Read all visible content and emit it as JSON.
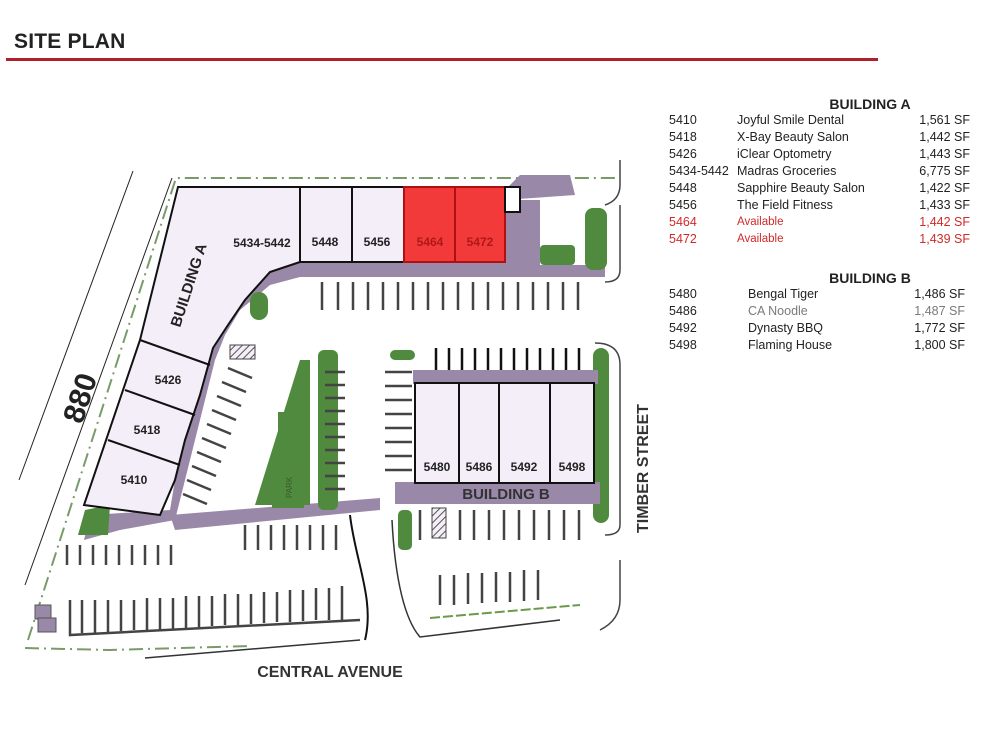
{
  "header": {
    "title": "SITE PLAN",
    "rule_color": "#b0202a"
  },
  "colors": {
    "building_fill": "#f4eef8",
    "available_fill": "#f23a3a",
    "walkway": "#9a88a8",
    "landscape": "#4f8a3e",
    "available_text": "#d02a2a"
  },
  "plan": {
    "highway_label": "880",
    "building_a_label": "BUILDING A",
    "building_b_label": "BUILDING B",
    "central_avenue_label": "CENTRAL AVENUE",
    "timber_street_label": "TIMBER STREET",
    "park_label": "PARK",
    "units_a": {
      "u5434": "5434-5442",
      "u5448": "5448",
      "u5456": "5456",
      "u5464": "5464",
      "u5472": "5472",
      "u5426": "5426",
      "u5418": "5418",
      "u5410": "5410"
    },
    "units_b": {
      "u5480": "5480",
      "u5486": "5486",
      "u5492": "5492",
      "u5498": "5498"
    }
  },
  "legend": {
    "building_a": {
      "title": "BUILDING A",
      "rows": [
        {
          "unit": "5410",
          "tenant": "Joyful Smile Dental",
          "sf": "1,561 SF",
          "status": "leased"
        },
        {
          "unit": "5418",
          "tenant": "X-Bay Beauty Salon",
          "sf": "1,442 SF",
          "status": "leased"
        },
        {
          "unit": "5426",
          "tenant": "iClear Optometry",
          "sf": "1,443 SF",
          "status": "leased"
        },
        {
          "unit": "5434-5442",
          "tenant": "Madras Groceries",
          "sf": "6,775 SF",
          "status": "leased"
        },
        {
          "unit": "5448",
          "tenant": "Sapphire Beauty Salon",
          "sf": "1,422 SF",
          "status": "leased"
        },
        {
          "unit": "5456",
          "tenant": "The Field Fitness",
          "sf": "1,433 SF",
          "status": "leased"
        },
        {
          "unit": "5464",
          "tenant": "Available",
          "sf": "1,442 SF",
          "status": "available"
        },
        {
          "unit": "5472",
          "tenant": "Available",
          "sf": "1,439 SF",
          "status": "available"
        }
      ]
    },
    "building_b": {
      "title": "BUILDING B",
      "rows": [
        {
          "unit": "5480",
          "tenant": "Bengal Tiger",
          "sf": "1,486 SF",
          "status": "leased"
        },
        {
          "unit": "5486",
          "tenant": "CA Noodle",
          "sf": "1,487 SF",
          "status": "muted"
        },
        {
          "unit": "5492",
          "tenant": "Dynasty BBQ",
          "sf": "1,772 SF",
          "status": "leased"
        },
        {
          "unit": "5498",
          "tenant": "Flaming House",
          "sf": "1,800 SF",
          "status": "leased"
        }
      ]
    }
  }
}
